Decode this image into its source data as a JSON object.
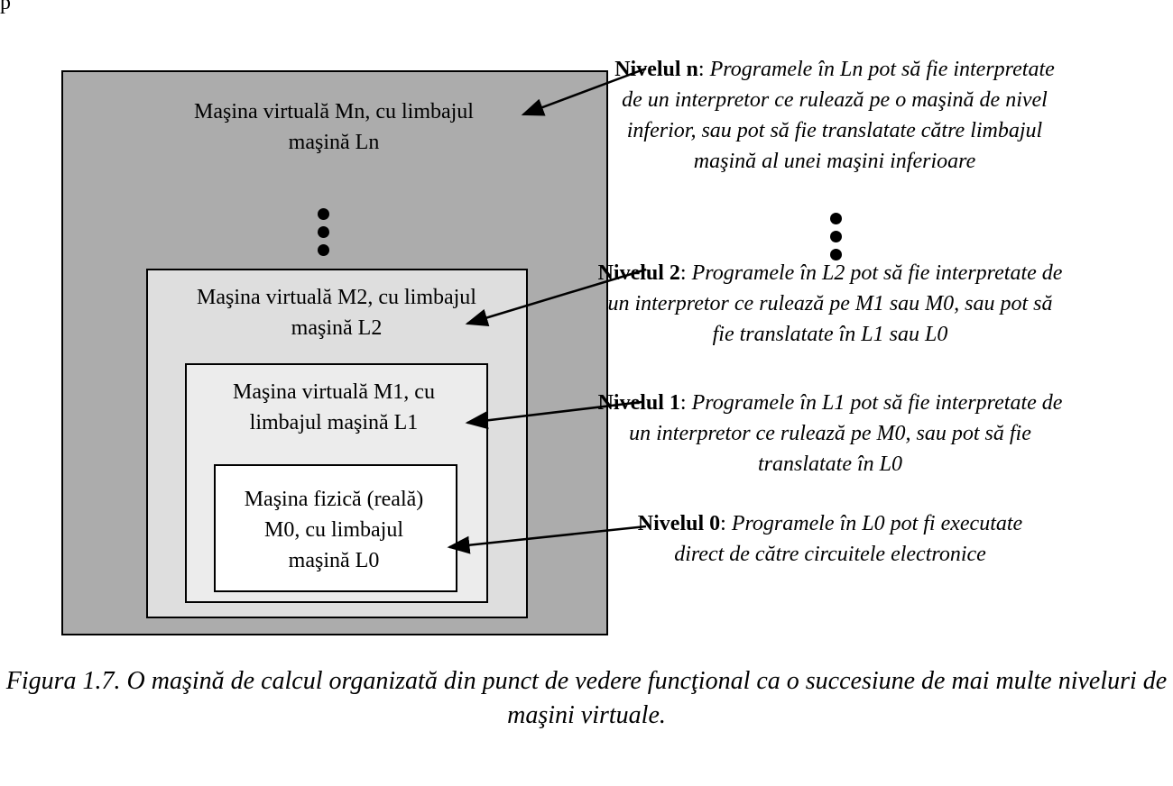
{
  "top_fragment": "p",
  "machines": {
    "mn": "Maşina virtuală Mn, cu limbajul\nmaşină Ln",
    "m2": "Maşina virtuală M2, cu limbajul\nmaşină L2",
    "m1": "Maşina virtuală M1, cu\nlimbajul maşină L1",
    "m0": "Maşina fizică (reală)\nM0, cu limbajul\nmaşină L0"
  },
  "levels": {
    "n": {
      "name": "Nivelul n",
      "text": "Programele în Ln pot să fie interpretate de un interpretor ce rulează pe o maşină de nivel inferior, sau pot să fie translatate către limbajul maşină al unei maşini inferioare"
    },
    "l2": {
      "name": "Nivelul 2",
      "text": "Programele în L2 pot să fie interpretate de un interpretor ce rulează pe M1 sau M0, sau pot să fie translatate în L1 sau L0"
    },
    "l1": {
      "name": "Nivelul 1",
      "text": "Programele în L1 pot să fie interpretate de un interpretor ce rulează pe M0, sau pot să fie translatate în L0"
    },
    "l0": {
      "name": "Nivelul 0",
      "text": "Programele în L0 pot fi executate direct de către circuitele electronice"
    }
  },
  "caption": "Figura 1.7. O maşină de calcul organizată din punct de vedere funcţional ca o succesiune de mai multe niveluri de maşini virtuale.",
  "colors": {
    "outer_box": "#acacac",
    "m2_box": "#dedede",
    "m1_box": "#ececec",
    "m0_box": "#ffffff"
  }
}
